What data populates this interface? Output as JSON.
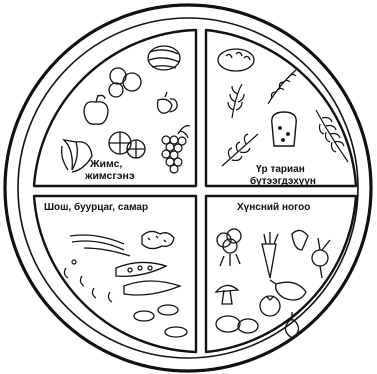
{
  "plate": {
    "quadrants": [
      {
        "key": "fruits",
        "label_line1": "Жимс,",
        "label_line2": "жимсгэнэ",
        "items": [
          "watermelon-icon",
          "tomatoes-icon",
          "apple-icon",
          "strawberry-icon",
          "banana-icon",
          "orange-icon",
          "grapes-icon"
        ]
      },
      {
        "key": "grains",
        "label_line1": "Үр тариан",
        "label_line2": "бүтээгдэхүүн",
        "items": [
          "bread-roll-icon",
          "oat-sprig-icon",
          "grain-ear-icon",
          "bread-slice-icon",
          "wheat-stalk-icon",
          "barley-branch-icon"
        ]
      },
      {
        "key": "beans",
        "label": "Шош, буурцаг, самар",
        "items": [
          "green-beans-icon",
          "peanuts-icon",
          "pea-pods-icon",
          "seeds-icon",
          "almonds-icon"
        ]
      },
      {
        "key": "vegetables",
        "label": "Хүнсний ногоо",
        "items": [
          "broccoli-icon",
          "carrot-icon",
          "peppers-icon",
          "radish-icon",
          "mushroom-icon",
          "eggplant-icon",
          "tomato-icon",
          "potatoes-icon",
          "onion-icon"
        ]
      }
    ]
  }
}
